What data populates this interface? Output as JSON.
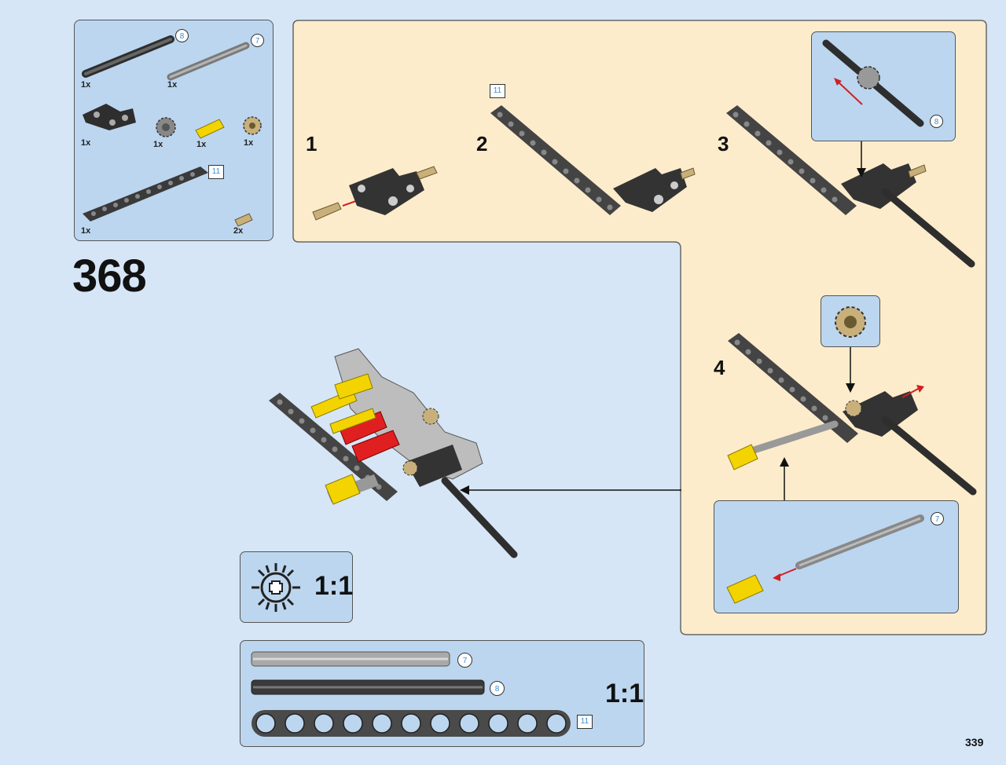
{
  "step": {
    "number": "368"
  },
  "page": {
    "number": "339"
  },
  "parts_list": {
    "items": [
      {
        "name": "axle-8",
        "qty": "1x",
        "badge": "8"
      },
      {
        "name": "axle-7",
        "qty": "1x",
        "badge": "7"
      },
      {
        "name": "bent-liftarm",
        "qty": "1x"
      },
      {
        "name": "gear-12-tooth",
        "qty": "1x"
      },
      {
        "name": "axle-connector-yellow",
        "qty": "1x"
      },
      {
        "name": "gear-12-tan",
        "qty": "1x"
      },
      {
        "name": "beam-11",
        "qty": "1x",
        "badge": "11"
      },
      {
        "name": "pin-tan",
        "qty": "2x"
      }
    ]
  },
  "substeps": [
    {
      "number": "1"
    },
    {
      "number": "2",
      "badge": "11"
    },
    {
      "number": "3",
      "callout_badge": "8"
    },
    {
      "number": "4",
      "callout_badge": "7"
    }
  ],
  "scale_boxes": {
    "gear_ratio": "1:1",
    "parts_ratio": "1:1",
    "badges": {
      "axle7": "7",
      "axle8": "8",
      "beam11": "11"
    }
  },
  "colors": {
    "background": "#d6e6f6",
    "subassembly_bg": "#fdeccb",
    "callout_bg": "#bcd6ef",
    "part_dark": "#4a4a4a",
    "part_yellow": "#f4d400",
    "part_red": "#e02020",
    "part_tan": "#c9b07a"
  }
}
